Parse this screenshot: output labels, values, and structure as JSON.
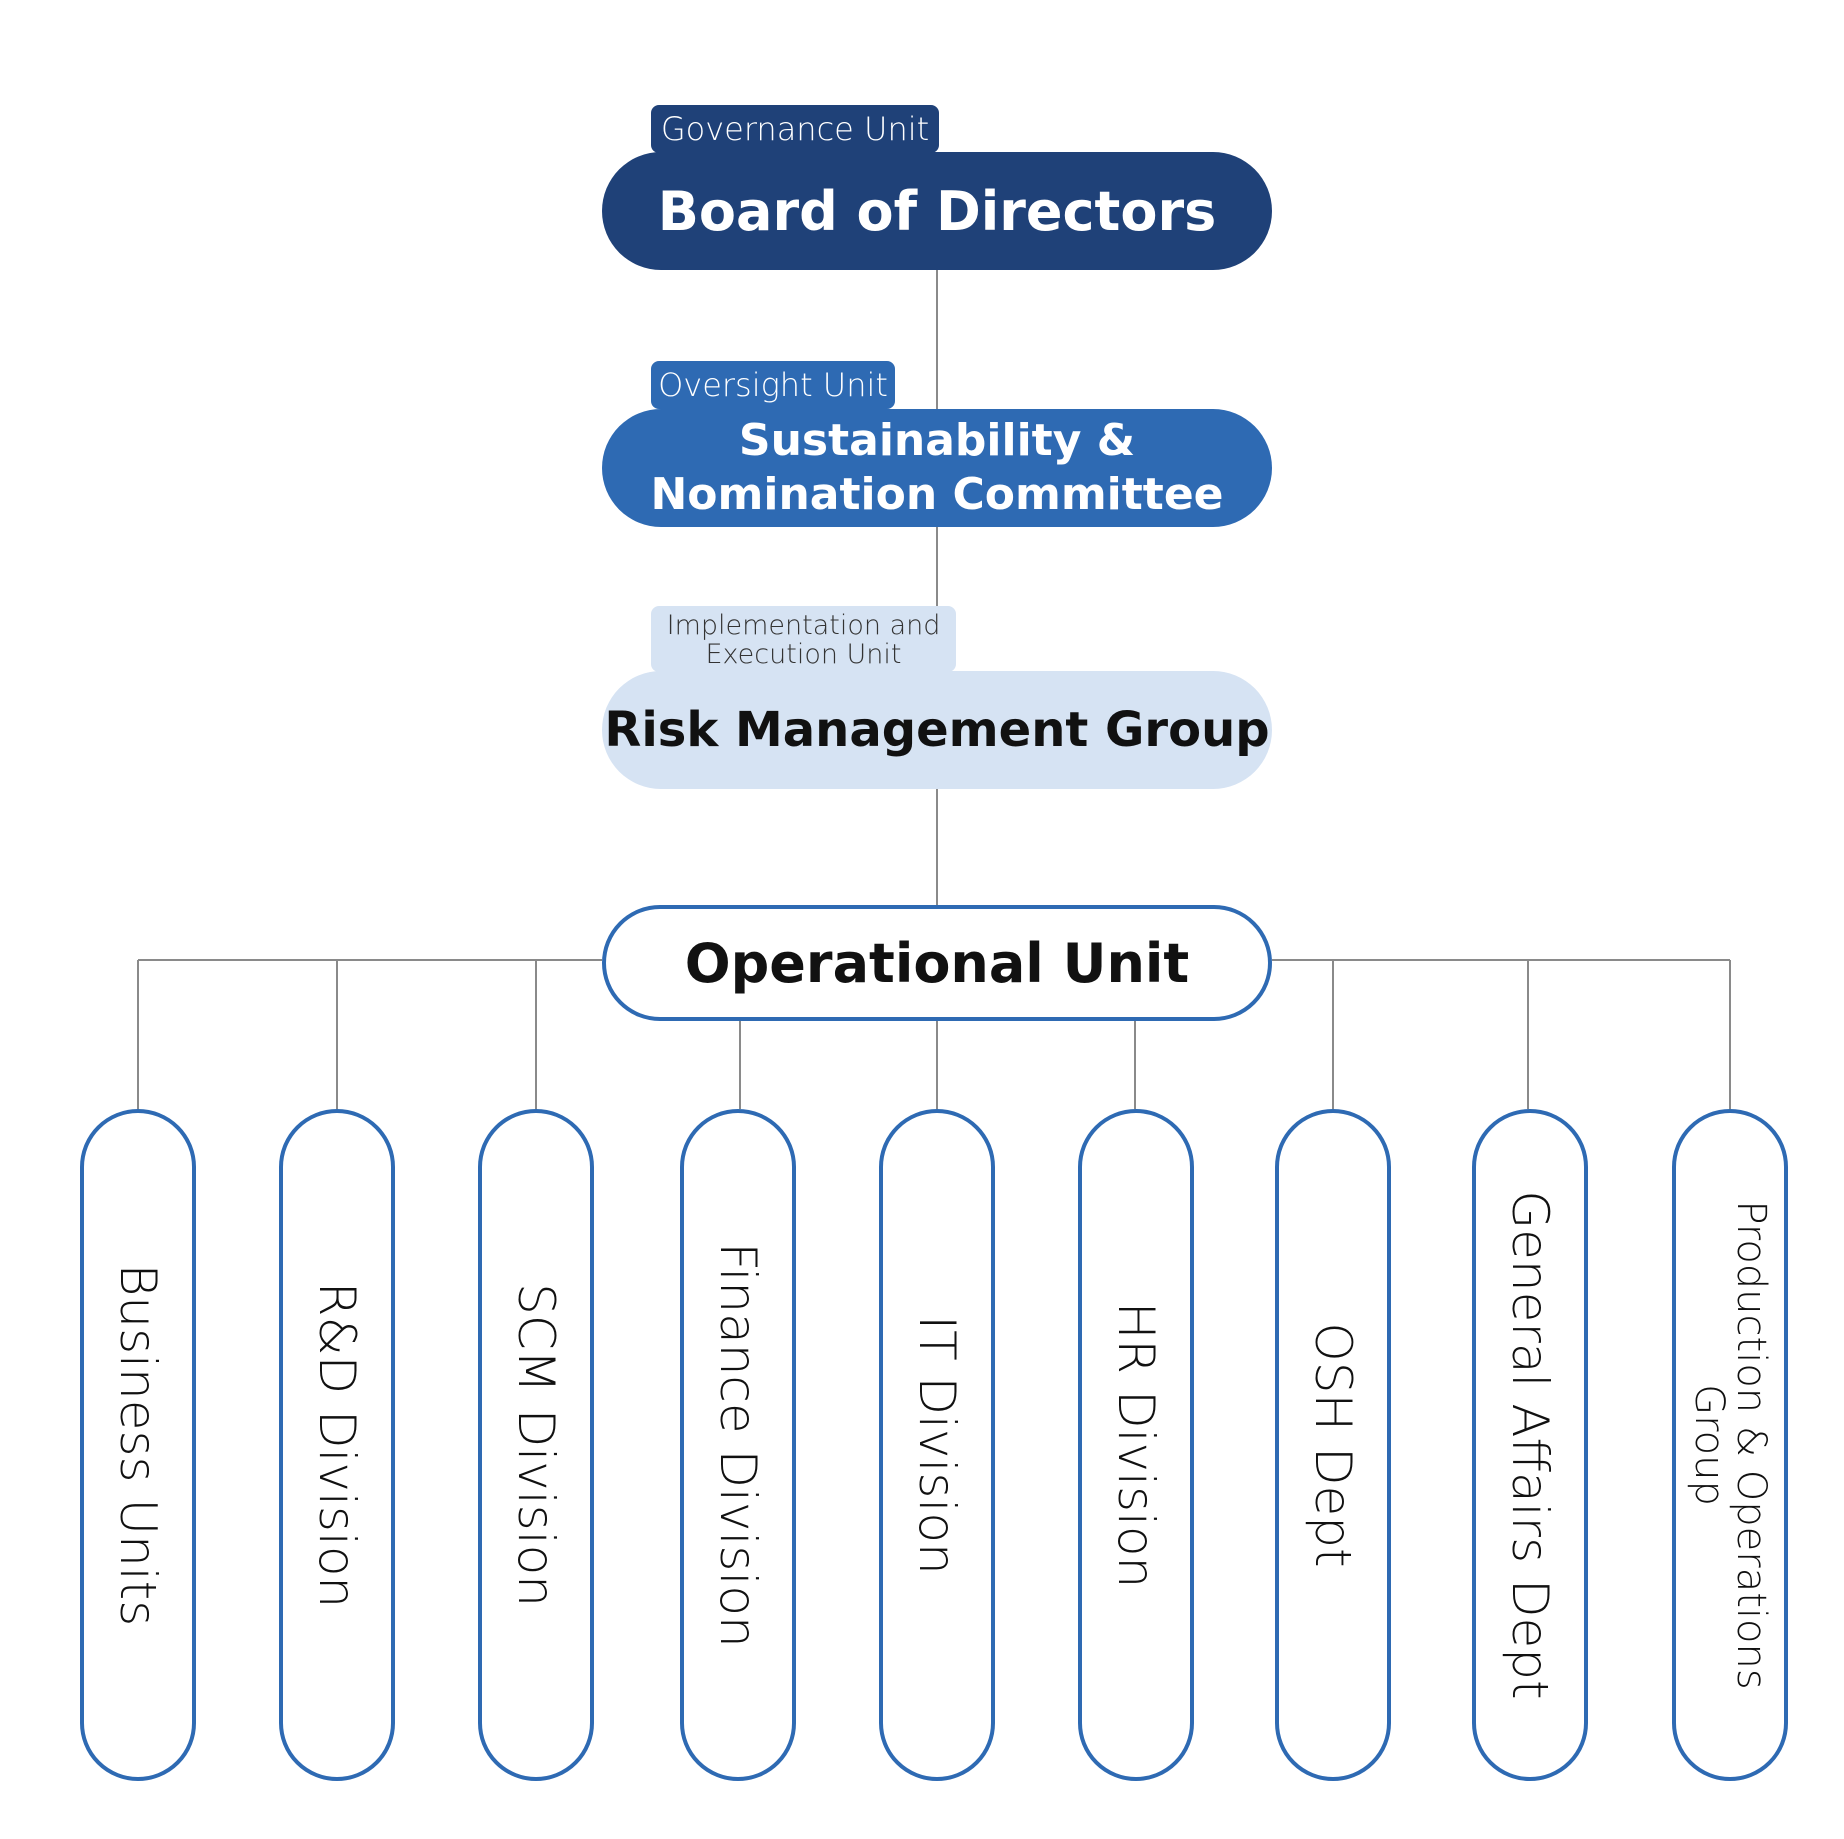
{
  "governance": {
    "tag": "Governance Unit",
    "title": "Board of Directors"
  },
  "oversight": {
    "tag": "Oversight Unit",
    "title_line1": "Sustainability &",
    "title_line2": "Nomination Committee"
  },
  "implementation": {
    "tag_line1": "Implementation and",
    "tag_line2": "Execution Unit",
    "title": "Risk Management Group"
  },
  "operational": {
    "title": "Operational Unit"
  },
  "units": [
    {
      "label": "Business Units"
    },
    {
      "label": "R&D Division"
    },
    {
      "label": "SCM Division"
    },
    {
      "label": "Finance Division"
    },
    {
      "label": "IT Division"
    },
    {
      "label": "HR Division"
    },
    {
      "label": "OSH Dept"
    },
    {
      "label": "General Affairs Dept"
    },
    {
      "label": "Production & Operations Group"
    }
  ],
  "colors": {
    "navy": "#1f4178",
    "blue": "#2e6ab3",
    "light_blue": "#d6e3f3",
    "line": "#888888"
  }
}
